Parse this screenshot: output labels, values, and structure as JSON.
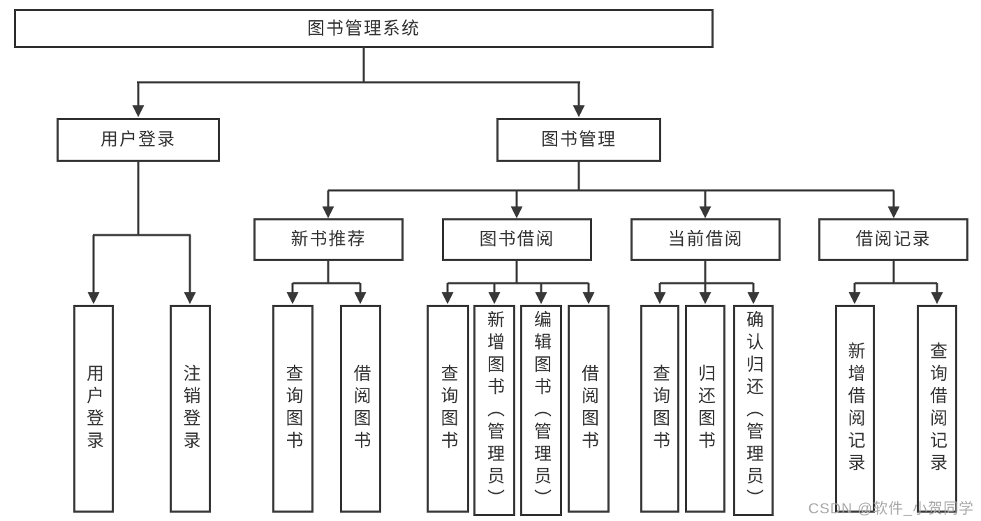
{
  "diagram": {
    "root": {
      "label": "图书管理系统"
    },
    "branches": [
      {
        "label": "用户登录",
        "leaves": [
          {
            "label": "用户登录"
          },
          {
            "label": "注销登录"
          }
        ]
      },
      {
        "label": "图书管理",
        "groups": [
          {
            "label": "新书推荐",
            "leaves": [
              {
                "label": "查询图书"
              },
              {
                "label": "借阅图书"
              }
            ]
          },
          {
            "label": "图书借阅",
            "leaves": [
              {
                "label": "查询图书"
              },
              {
                "label": "新增图书（管理员）"
              },
              {
                "label": "编辑图书（管理员）"
              },
              {
                "label": "借阅图书"
              }
            ]
          },
          {
            "label": "当前借阅",
            "leaves": [
              {
                "label": "查询图书"
              },
              {
                "label": "归还图书"
              },
              {
                "label": "确认归还（管理员）"
              }
            ]
          },
          {
            "label": "借阅记录",
            "leaves": [
              {
                "label": "新增借阅记录"
              },
              {
                "label": "查询借阅记录"
              }
            ]
          }
        ]
      }
    ]
  },
  "watermark": {
    "text": "CSDN @软件_小贺同学"
  },
  "colors": {
    "line": "#383838",
    "text": "#333333",
    "box_background": "#ffffff",
    "page_background": "#ffffff",
    "watermark": "#a8a8a8"
  }
}
